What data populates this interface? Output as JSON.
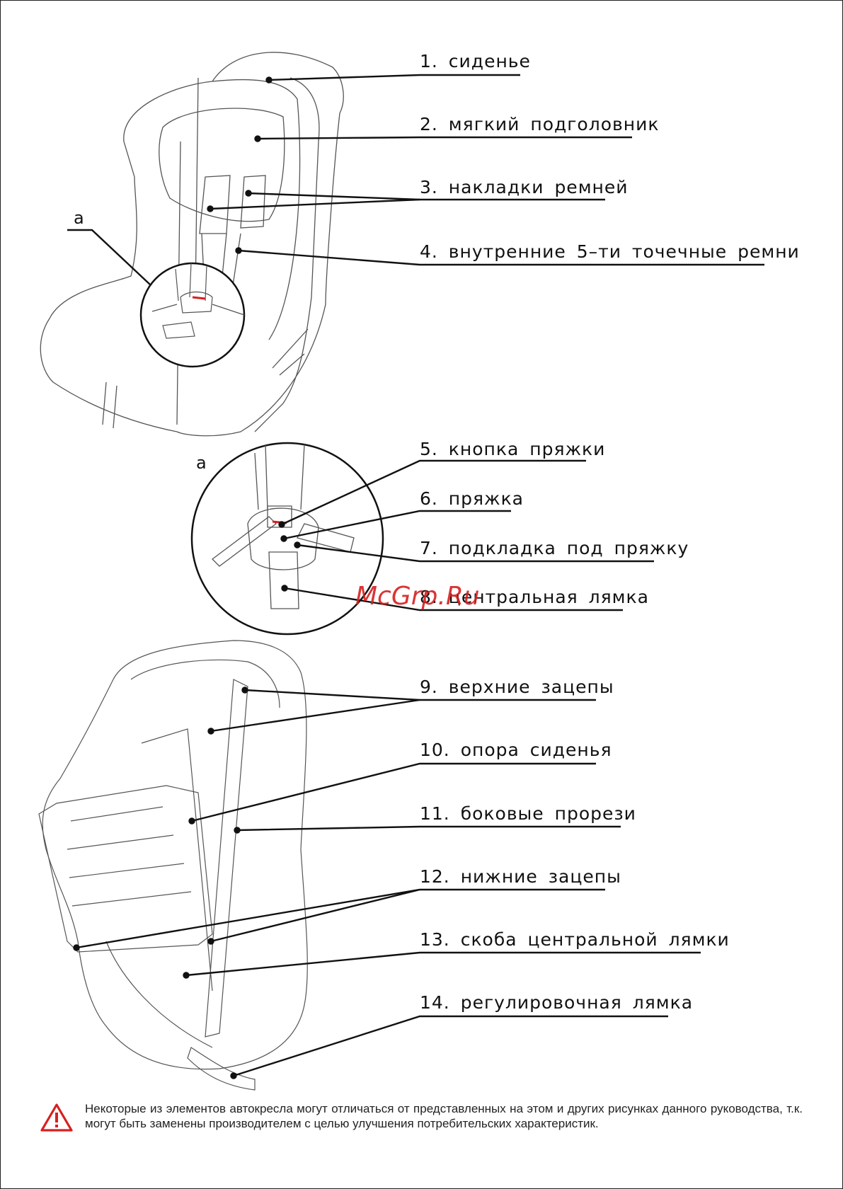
{
  "labels": [
    {
      "text": "1.  сиденье"
    },
    {
      "text": "2.  мягкий  подголовник"
    },
    {
      "text": "3.  накладки  ремней"
    },
    {
      "text": "4.  внутренние  5–ти  точечные  ремни"
    },
    {
      "text": "5.  кнопка  пряжки"
    },
    {
      "text": "6.  пряжка"
    },
    {
      "text": "7.  подкладка  под  пряжку"
    },
    {
      "text": "8.  центральная  лямка"
    },
    {
      "text": "9.  верхние  зацепы"
    },
    {
      "text": "10.  опора  сиденья"
    },
    {
      "text": "11.  боковые  прорези"
    },
    {
      "text": "12.  нижние  зацепы"
    },
    {
      "text": "13.  скоба  центральной  лямки"
    },
    {
      "text": "14.  регулировочная  лямка"
    }
  ],
  "detail_letter_top": "a",
  "detail_letter_middle": "a",
  "watermark": "McGrp.Ru",
  "note": "Некоторые из элементов автокресла могут отличаться от  представленных на этом и других рисунках данного руководства, т.к. могут быть  заменены производителем с целью улучшения потребительских характеристик.",
  "colors": {
    "accent_red": "#d62020",
    "line": "#1a1a1a"
  },
  "icons": {
    "warning": "warning-triangle-icon"
  }
}
